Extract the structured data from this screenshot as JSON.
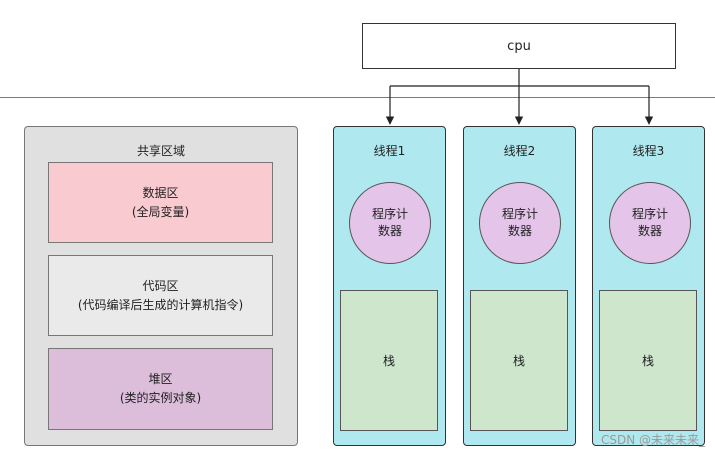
{
  "cpu": {
    "label": "cpu"
  },
  "shared": {
    "title": "共享区域",
    "data_segment": {
      "line1": "数据区",
      "line2": "(全局变量)"
    },
    "code_segment": {
      "line1": "代码区",
      "line2": "(代码编译后生成的计算机指令)"
    },
    "heap_segment": {
      "line1": "堆区",
      "line2": "(类的实例对象)"
    }
  },
  "threads": [
    {
      "label": "线程1",
      "pc_line1": "程序计",
      "pc_line2": "数器",
      "stack": "栈"
    },
    {
      "label": "线程2",
      "pc_line1": "程序计",
      "pc_line2": "数器",
      "stack": "栈"
    },
    {
      "label": "线程3",
      "pc_line1": "程序计",
      "pc_line2": "数器",
      "stack": "栈"
    }
  ],
  "watermark": "CSDN @未来未来_",
  "colors": {
    "shared_bg": "#e0e0e0",
    "data_bg": "#f9cbd1",
    "code_bg": "#eaeaea",
    "heap_bg": "#dcbdda",
    "thread_bg": "#b0e8ef",
    "pc_bg": "#e5c4ea",
    "stack_bg": "#cde6cc"
  }
}
